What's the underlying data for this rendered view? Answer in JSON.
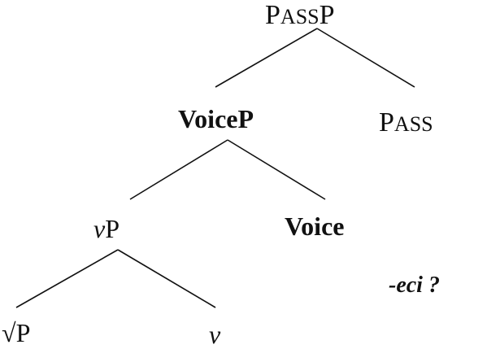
{
  "diagram": {
    "root": {
      "initial": "P",
      "smallcaps": "ASS",
      "final": "P"
    },
    "voicep": {
      "label": "VoiceP"
    },
    "pass": {
      "initial": "P",
      "smallcaps": "ASS"
    },
    "vp": {
      "italic": "v",
      "roman": "P"
    },
    "voice": {
      "label": "Voice"
    },
    "affix": {
      "label": "-eci ?"
    },
    "rootp": {
      "radical": "√",
      "roman": "P"
    },
    "v": {
      "label": "v"
    }
  },
  "colors": {
    "ink": "#111111",
    "background": "#ffffff"
  }
}
